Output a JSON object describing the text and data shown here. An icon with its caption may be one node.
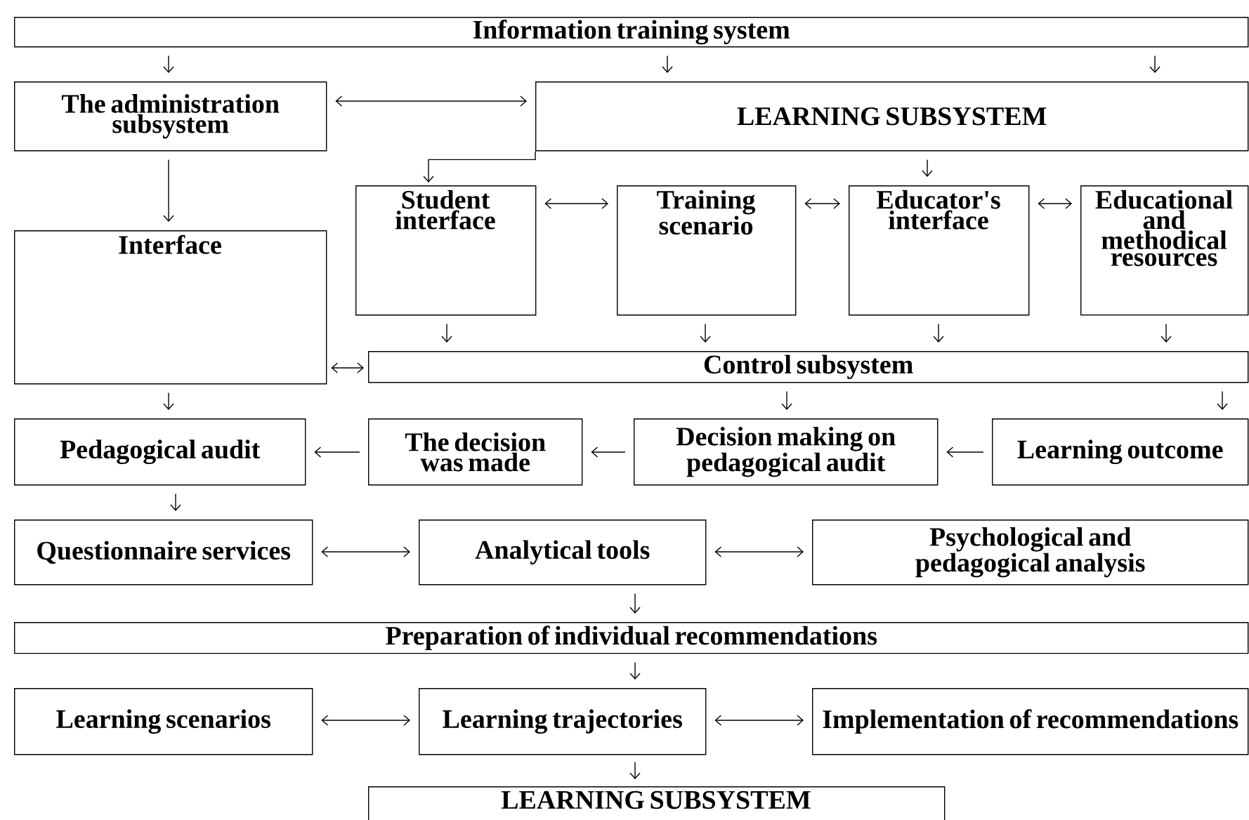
{
  "diagram": {
    "nodes": [
      {
        "text": [
          "Information training system"
        ]
      },
      {
        "text": [
          "The administration subsystem"
        ]
      },
      {
        "text": [
          "LEARNING SUBSYSTEM"
        ]
      },
      {
        "text": [
          "Student interface"
        ]
      },
      {
        "text": [
          "Training scenario"
        ]
      },
      {
        "text": [
          "Educator's interface"
        ]
      },
      {
        "text": [
          "Educational and methodical resources"
        ]
      },
      {
        "text": [
          "Interface"
        ]
      },
      {
        "text": [
          "Control subsystem"
        ]
      },
      {
        "text": [
          "Pedagogical audit"
        ]
      },
      {
        "text": [
          "The decision was made"
        ]
      },
      {
        "text": [
          "Decision making on pedagogical audit"
        ]
      },
      {
        "text": [
          "Learning outcome"
        ]
      },
      {
        "text": [
          "Questionnaire services"
        ]
      },
      {
        "text": [
          "Analytical tools"
        ]
      },
      {
        "text": [
          "Psychological and pedagogical analysis"
        ]
      },
      {
        "text": [
          "Preparation of individual recommendations"
        ]
      },
      {
        "text": [
          "Learning scenarios"
        ]
      },
      {
        "text": [
          "Learning trajectories"
        ]
      },
      {
        "text": [
          "Implementation of recommendations"
        ]
      },
      {
        "text": [
          "LEARNING SUBSYSTEM"
        ]
      }
    ],
    "edges": [
      {
        "from": 0,
        "to": 1,
        "arrow": "to"
      },
      {
        "from": 0,
        "to": 2,
        "arrow": "to"
      },
      {
        "from": 0,
        "to": 2,
        "arrow": "to"
      },
      {
        "from": 1,
        "to": 2,
        "arrow": "both"
      },
      {
        "from": 1,
        "to": 7,
        "arrow": "to"
      },
      {
        "from": 2,
        "to": 3,
        "arrow": "to"
      },
      {
        "from": 2,
        "to": 5,
        "arrow": "to"
      },
      {
        "from": 3,
        "to": 4,
        "arrow": "both"
      },
      {
        "from": 4,
        "to": 5,
        "arrow": "both"
      },
      {
        "from": 5,
        "to": 6,
        "arrow": "both"
      },
      {
        "from": 3,
        "to": 8,
        "arrow": "to"
      },
      {
        "from": 4,
        "to": 8,
        "arrow": "to"
      },
      {
        "from": 5,
        "to": 8,
        "arrow": "to"
      },
      {
        "from": 6,
        "to": 8,
        "arrow": "to"
      },
      {
        "from": 8,
        "to": 7,
        "arrow": "both"
      },
      {
        "from": 7,
        "to": 9,
        "arrow": "to"
      },
      {
        "from": 8,
        "to": 11,
        "arrow": "to"
      },
      {
        "from": 8,
        "to": 12,
        "arrow": "to"
      },
      {
        "from": 12,
        "to": 11,
        "arrow": "to"
      },
      {
        "from": 11,
        "to": 10,
        "arrow": "to"
      },
      {
        "from": 10,
        "to": 9,
        "arrow": "to"
      },
      {
        "from": 9,
        "to": 13,
        "arrow": "to"
      },
      {
        "from": 13,
        "to": 14,
        "arrow": "both"
      },
      {
        "from": 14,
        "to": 15,
        "arrow": "both"
      },
      {
        "from": 14,
        "to": 16,
        "arrow": "to"
      },
      {
        "from": 16,
        "to": 18,
        "arrow": "to"
      },
      {
        "from": 17,
        "to": 18,
        "arrow": "both"
      },
      {
        "from": 18,
        "to": 19,
        "arrow": "both"
      },
      {
        "from": 18,
        "to": 20,
        "arrow": "to"
      }
    ]
  }
}
